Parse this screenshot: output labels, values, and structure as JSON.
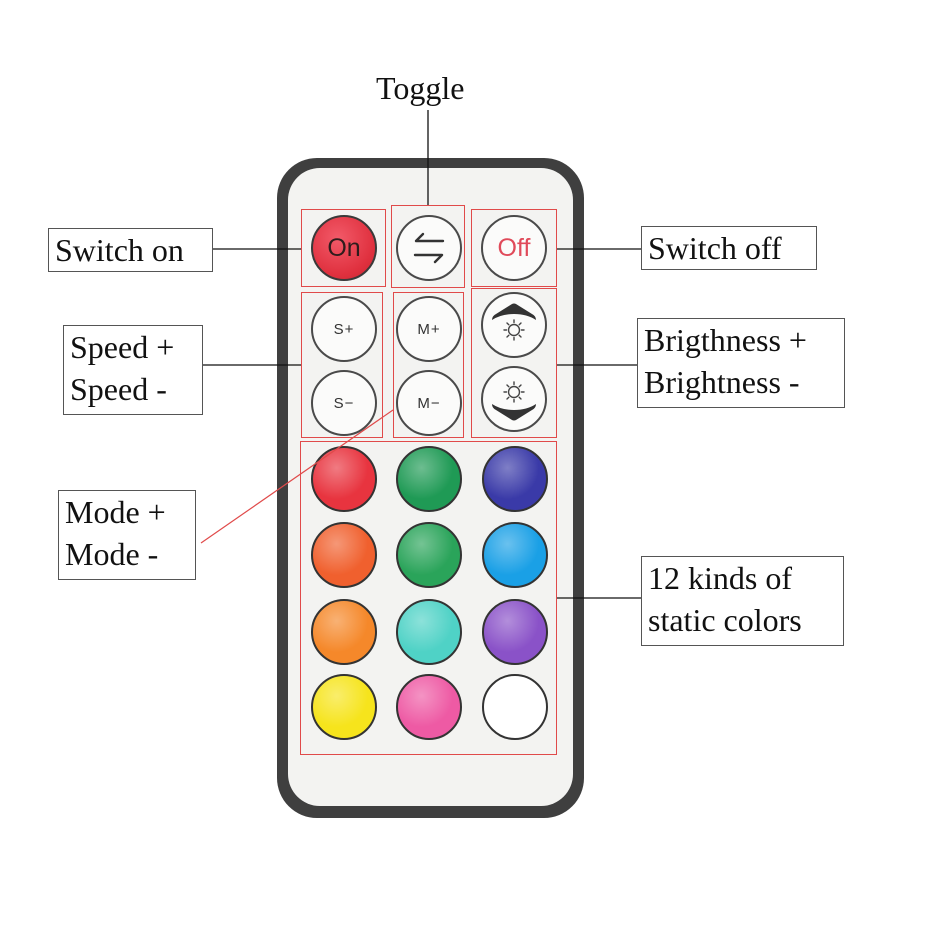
{
  "labels": {
    "toggle": "Toggle",
    "switch_on": "Switch on",
    "switch_off": "Switch off",
    "speed": [
      "Speed +",
      "Speed -"
    ],
    "brightness": [
      "Brigthness +",
      "Brightness -"
    ],
    "mode": [
      "Mode +",
      "Mode -"
    ],
    "colors": [
      "12 kinds of",
      "static colors"
    ]
  },
  "buttons": {
    "on": "On",
    "off": "Off",
    "speed_plus": "S+",
    "speed_minus": "S−",
    "mode_plus": "M+",
    "mode_minus": "M−"
  },
  "colors": {
    "remote_frame": "#3f3f3f",
    "remote_face": "#f3f3f1",
    "highlight": "#e04a4a",
    "color_buttons": [
      "#e8343f",
      "#1f9a55",
      "#3a3aa8",
      "#f0602e",
      "#2aa45a",
      "#1aa0e6",
      "#f5882a",
      "#4fd2c6",
      "#8a52c8",
      "#f6e41c",
      "#ee5aa4",
      "#ffffff"
    ]
  }
}
